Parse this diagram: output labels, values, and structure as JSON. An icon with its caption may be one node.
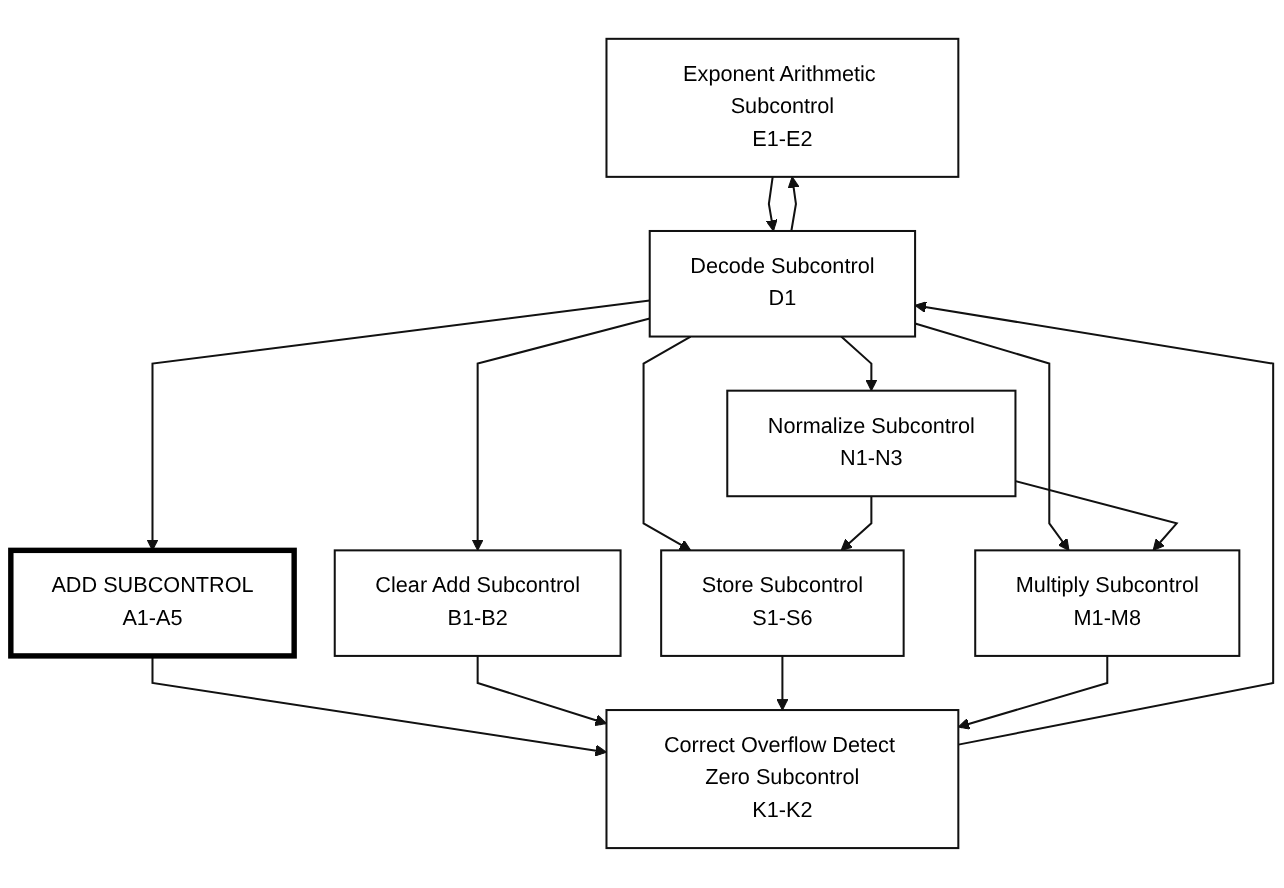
{
  "diagram": {
    "nodes": [
      {
        "text": [
          "Exponent Arithmetic Subcontrol",
          "E1-E2"
        ]
      },
      {
        "text": [
          "ADD SUBCONTROL",
          "A1-A5"
        ]
      },
      {
        "text": [
          "Clear Add Subcontrol",
          "B1-B2"
        ]
      },
      {
        "text": [
          "Normalize Subcontrol",
          "N1-N3"
        ]
      },
      {
        "text": [
          "Store Subcontrol",
          "S1-S6"
        ]
      },
      {
        "text": [
          "Multiply Subcontrol",
          "M1-M8"
        ]
      },
      {
        "text": [
          "Correct Overflow Detect Zero Subcontrol",
          "K1-K2"
        ]
      },
      {
        "text": [
          "Decode Subcontrol",
          "D1"
        ]
      }
    ],
    "edges": [
      {
        "from": 7,
        "to": 0,
        "arrow": "to"
      },
      {
        "from": 7,
        "to": 1,
        "arrow": "to"
      },
      {
        "from": 7,
        "to": 2,
        "arrow": "to"
      },
      {
        "from": 7,
        "to": 3,
        "arrow": "to"
      },
      {
        "from": 7,
        "to": 4,
        "arrow": "to"
      },
      {
        "from": 7,
        "to": 5,
        "arrow": "to"
      },
      {
        "from": 3,
        "to": 4,
        "arrow": "to"
      },
      {
        "from": 3,
        "to": 5,
        "arrow": "to"
      },
      {
        "from": 1,
        "to": 6,
        "arrow": "to"
      },
      {
        "from": 2,
        "to": 6,
        "arrow": "to"
      },
      {
        "from": 4,
        "to": 6,
        "arrow": "to"
      },
      {
        "from": 5,
        "to": 6,
        "arrow": "to"
      },
      {
        "from": 0,
        "to": 7,
        "arrow": "to"
      },
      {
        "from": 6,
        "to": 7,
        "arrow": "to"
      }
    ]
  }
}
